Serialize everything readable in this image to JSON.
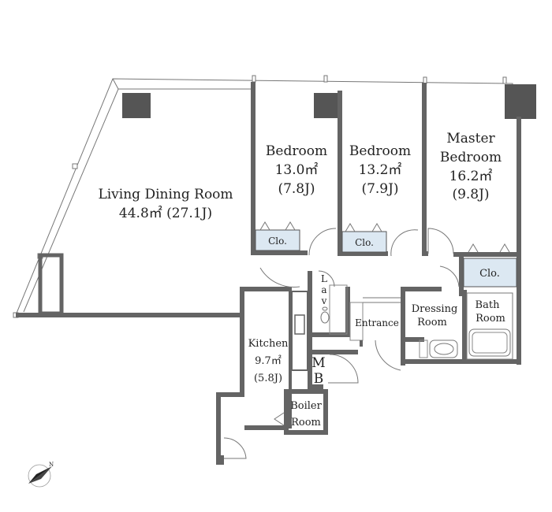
{
  "rooms": {
    "living": {
      "name": "Living Dining Room",
      "area": "44.8㎡ (27.1J)"
    },
    "bedroom1": {
      "name": "Bedroom",
      "area": "13.0㎡",
      "tatami": "(7.8J)"
    },
    "bedroom2": {
      "name": "Bedroom",
      "area": "13.2㎡",
      "tatami": "(7.9J)"
    },
    "master": {
      "name1": "Master",
      "name2": "Bedroom",
      "area": "16.2㎡",
      "tatami": "(9.8J)"
    },
    "kitchen": {
      "name": "Kitchen",
      "area": "9.7㎡",
      "tatami": "(5.8J)"
    },
    "dressing": {
      "name1": "Dressing",
      "name2": "Room"
    },
    "bath": {
      "name1": "Bath",
      "name2": "Room"
    },
    "entrance": {
      "name": "Entrance"
    },
    "lav": {
      "l1": "L",
      "l2": "a",
      "l3": "v"
    },
    "mb": {
      "l1": "M",
      "l2": "B"
    },
    "boiler": {
      "name1": "Boiler",
      "name2": "Room"
    }
  },
  "closets": {
    "c1": "Clo.",
    "c2": "Clo.",
    "c3": "Clo."
  },
  "icons": {
    "compass": "north-arrow-icon"
  },
  "colors": {
    "wall": "#646464",
    "closet": "#dce8f2",
    "pillar": "#555555"
  }
}
